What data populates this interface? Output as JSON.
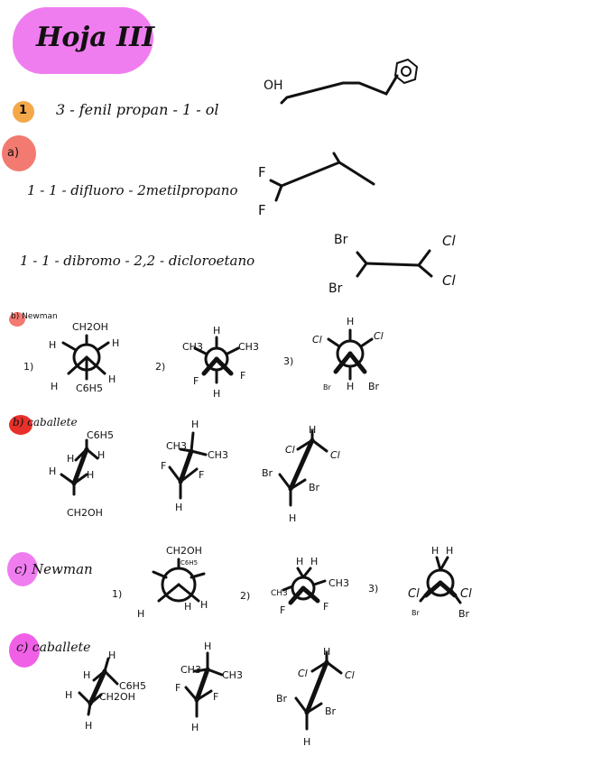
{
  "title": "Hoja III",
  "items": {
    "n1": "1",
    "name1": "3 - fenil propan - 1 - ol",
    "a_label": "a)",
    "name_a": "1 - 1 - difluoro - 2metilpropano",
    "name_b": "1 - 1 - dibromo - 2,2 - dicloroetano",
    "b_newman": "b) Newman",
    "b_caballete": "b) caballete",
    "c_newman": "c) Newman",
    "c_caballete": "c) caballete"
  },
  "struct1": {
    "oh": "OH"
  },
  "struct_a": {
    "f1": "F",
    "f2": "F"
  },
  "struct_b": {
    "br1": "Br",
    "br2": "Br",
    "cl1": "Cl",
    "cl2": "Cl"
  },
  "newman_b": {
    "n1": "1)",
    "n2": "2)",
    "n3": "3)",
    "m1": {
      "top": "CH2OH",
      "h1": "H",
      "h2": "H",
      "h3": "H",
      "h4": "H",
      "c6h5": "C6H5"
    },
    "m2": {
      "ch3a": "CH3",
      "ch3b": "CH3",
      "h1": "H",
      "f1": "F",
      "f2": "F",
      "h2": "H"
    },
    "m3": {
      "h": "H",
      "cl1": "Cl",
      "cl2": "Cl",
      "br1": "Br",
      "h2": "H",
      "br2": "Br"
    }
  },
  "caballete_b": {
    "m1": {
      "c6h5": "C6H5",
      "h1": "H",
      "h2": "H",
      "h3": "H",
      "h4": "H",
      "ch2oh": "CH2OH"
    },
    "m2": {
      "h1": "H",
      "ch3a": "CH3",
      "ch3b": "CH3",
      "f1": "F",
      "f2": "F",
      "h2": "H"
    },
    "m3": {
      "h1": "H",
      "cl1": "Cl",
      "cl2": "Cl",
      "br1": "Br",
      "br2": "Br",
      "h2": "H"
    }
  },
  "newman_c": {
    "n1": "1)",
    "n2": "2)",
    "n3": "3)",
    "m1": {
      "top": "CH2OH",
      "c6h5": "C6H5",
      "h1": "H",
      "h2": "H",
      "h3": "H"
    },
    "m2": {
      "h1": "H",
      "h2": "H",
      "ch3a": "CH3",
      "ch3b": "CH3",
      "f1": "F",
      "f2": "F"
    },
    "m3": {
      "h1": "H",
      "h2": "H",
      "cl1": "Cl",
      "cl2": "Cl",
      "br1": "Br",
      "br2": "Br"
    }
  },
  "caballete_c": {
    "m1": {
      "h1": "H",
      "h2": "H",
      "h3": "H",
      "c6h5": "C6H5",
      "ch2oh": "CH2OH",
      "h4": "H"
    },
    "m2": {
      "h1": "H",
      "ch3a": "CH3",
      "ch3b": "CH3",
      "f1": "F",
      "f2": "F",
      "h2": "H"
    },
    "m3": {
      "h1": "H",
      "cl1": "Cl",
      "cl2": "Cl",
      "br1": "Br",
      "br2": "Br",
      "h2": "H"
    }
  },
  "colors": {
    "title_bg": "#f07df0",
    "n1_circle": "#f4a84a",
    "a_circle": "#f27a70",
    "red_circle": "#e8302b",
    "magenta_circle": "#f060e6"
  }
}
